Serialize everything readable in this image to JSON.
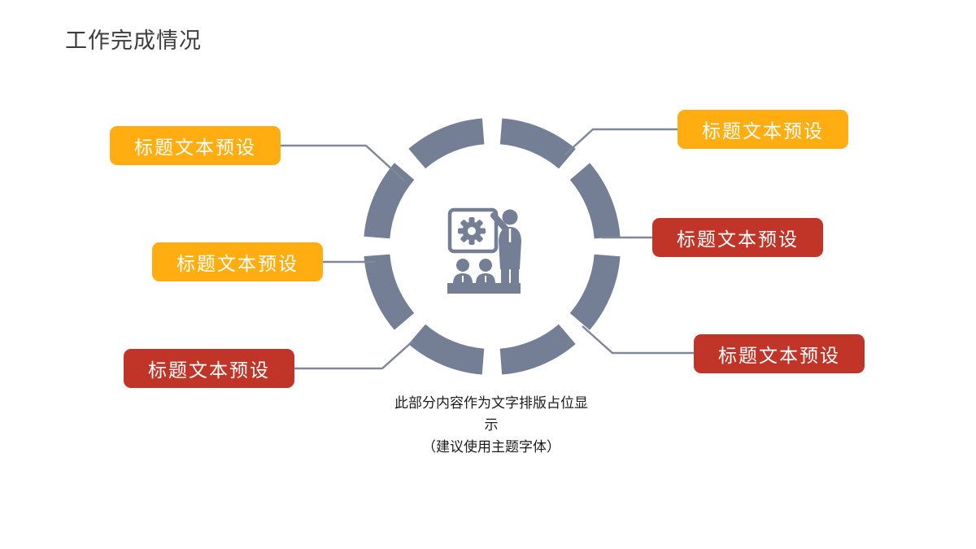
{
  "slide": {
    "title": "工作完成情况"
  },
  "labels": [
    {
      "id": "top-left",
      "text": "标题文本预设",
      "color": "#FFAD10"
    },
    {
      "id": "middle-left",
      "text": "标题文本预设",
      "color": "#FFAD10"
    },
    {
      "id": "bottom-left",
      "text": "标题文本预设",
      "color": "#C13528"
    },
    {
      "id": "top-right",
      "text": "标题文本预设",
      "color": "#FFAD10"
    },
    {
      "id": "middle-right",
      "text": "标题文本预设",
      "color": "#C13528"
    },
    {
      "id": "bottom-right",
      "text": "标题文本预设",
      "color": "#C13528"
    }
  ],
  "caption": {
    "lines": [
      "此部分内容作为文字排版占位显",
      "示",
      "（建议使用主题字体）"
    ]
  },
  "center_icon": {
    "name": "presentation-training-icon",
    "description": "presenter pointing at gear board with two audience members at a table"
  },
  "theme": {
    "accent_orange": "#FFAD10",
    "accent_red": "#C13528",
    "ring_gray": "#747E95",
    "connector_gray": "#7F8898",
    "title_gray": "#3D3D3D",
    "background": "#FFFFFF"
  }
}
